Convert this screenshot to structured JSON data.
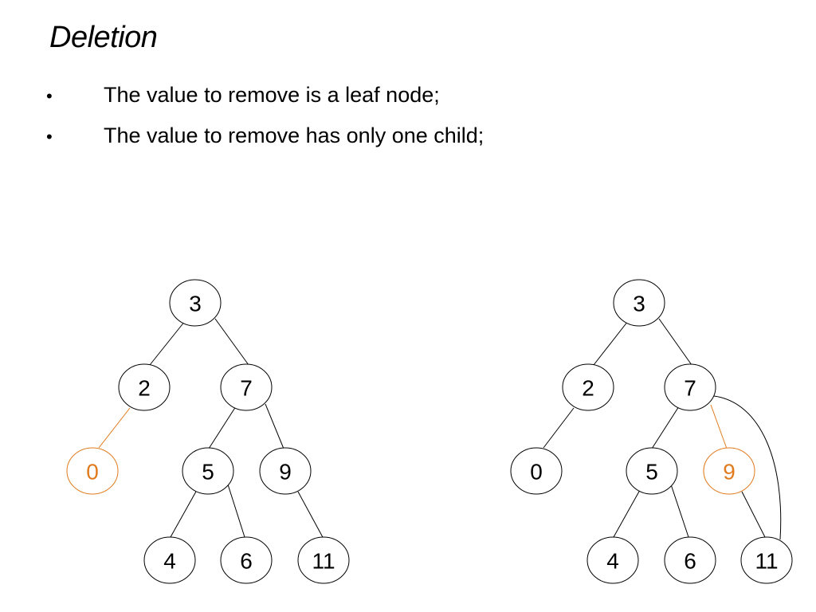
{
  "title": "Deletion",
  "bullets": [
    {
      "marker": "•",
      "text": "The value to remove is a leaf node;"
    },
    {
      "marker": "•",
      "text": "The value to remove has only one child;"
    }
  ],
  "colors": {
    "normal": "#000000",
    "highlight": "#e07b1e"
  },
  "trees": [
    {
      "nodes": [
        {
          "id": "3",
          "label": "3"
        },
        {
          "id": "2",
          "label": "2"
        },
        {
          "id": "7",
          "label": "7"
        },
        {
          "id": "0",
          "label": "0",
          "highlight": true
        },
        {
          "id": "5",
          "label": "5"
        },
        {
          "id": "9",
          "label": "9"
        },
        {
          "id": "4",
          "label": "4"
        },
        {
          "id": "6",
          "label": "6"
        },
        {
          "id": "11",
          "label": "11"
        }
      ]
    },
    {
      "nodes": [
        {
          "id": "3",
          "label": "3"
        },
        {
          "id": "2",
          "label": "2"
        },
        {
          "id": "7",
          "label": "7"
        },
        {
          "id": "0",
          "label": "0"
        },
        {
          "id": "5",
          "label": "5"
        },
        {
          "id": "9",
          "label": "9",
          "highlight": true
        },
        {
          "id": "4",
          "label": "4"
        },
        {
          "id": "6",
          "label": "6"
        },
        {
          "id": "11",
          "label": "11"
        }
      ]
    }
  ]
}
